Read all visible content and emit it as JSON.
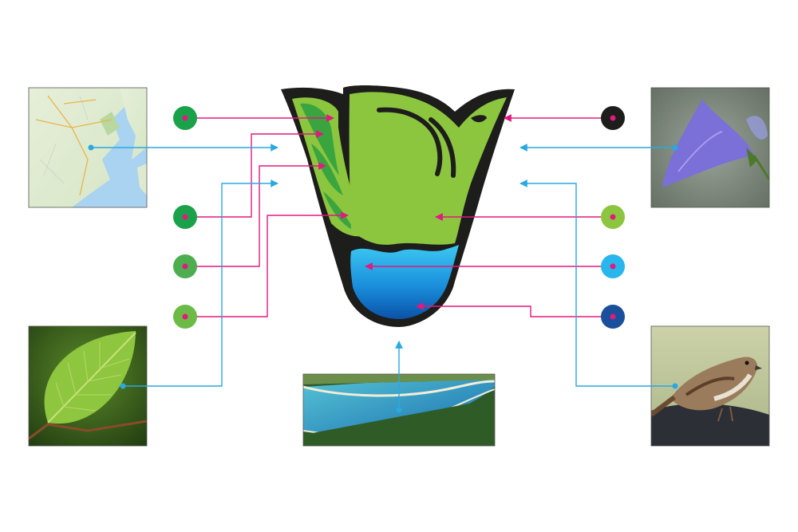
{
  "colors": {
    "magenta": "#e2197f",
    "cyan": "#29a9e0",
    "logo_outline": "#1d1d1b",
    "leaf_dark": "#3aa53f",
    "leaf_light": "#8cc63f",
    "bird_green": "#8cc63f",
    "water_top": "#36c5f0",
    "water_bottom": "#0a5fb4"
  },
  "swatches": [
    {
      "id": "dark-green",
      "side": "left",
      "color": "#1aa24a"
    },
    {
      "id": "green-2",
      "side": "left",
      "color": "#1aa24a"
    },
    {
      "id": "green-3",
      "side": "left",
      "color": "#4cae4f"
    },
    {
      "id": "light-green",
      "side": "left",
      "color": "#6cbb47"
    },
    {
      "id": "black",
      "side": "right",
      "color": "#1d1d1b"
    },
    {
      "id": "lime",
      "side": "right",
      "color": "#8cc63f"
    },
    {
      "id": "sky-blue",
      "side": "right",
      "color": "#29b6ec"
    },
    {
      "id": "navy-blue",
      "side": "right",
      "color": "#1a4f9c"
    }
  ],
  "photos": [
    {
      "id": "map-of-istria",
      "desc": "map"
    },
    {
      "id": "beech-leaf",
      "desc": "leaf"
    },
    {
      "id": "lagoon-aerial",
      "desc": "bay"
    },
    {
      "id": "bellflower",
      "desc": "flower"
    },
    {
      "id": "sparrow",
      "desc": "bird"
    }
  ],
  "logo": {
    "name": "logo-emblem"
  }
}
